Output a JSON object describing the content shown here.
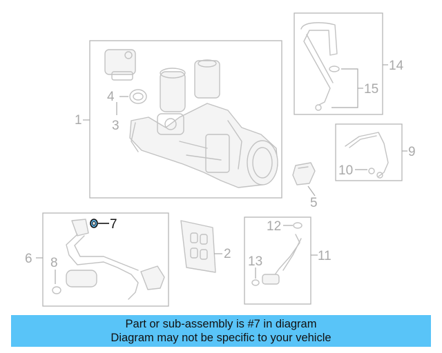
{
  "diagram": {
    "callouts": [
      {
        "number": "1"
      },
      {
        "number": "2"
      },
      {
        "number": "3"
      },
      {
        "number": "4"
      },
      {
        "number": "5"
      },
      {
        "number": "6"
      },
      {
        "number": "7",
        "highlighted": true
      },
      {
        "number": "8"
      },
      {
        "number": "9"
      },
      {
        "number": "10"
      },
      {
        "number": "11"
      },
      {
        "number": "12"
      },
      {
        "number": "13"
      },
      {
        "number": "14"
      },
      {
        "number": "15"
      }
    ],
    "highlight_color": "#5aa8d6"
  },
  "banner": {
    "line1": "Part or sub-assembly is #7 in diagram",
    "line2": "Diagram may not be specific to your vehicle",
    "background": "#59c4f8"
  }
}
